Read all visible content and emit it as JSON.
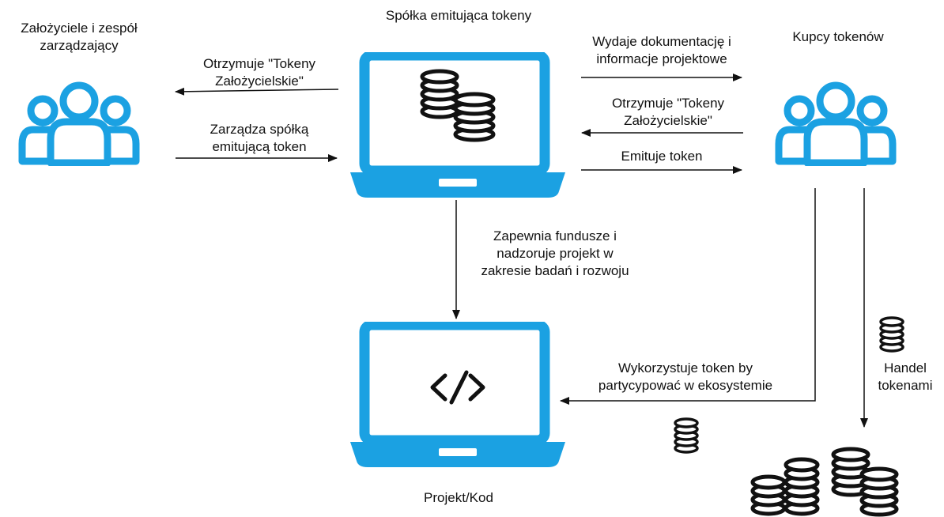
{
  "nodes": {
    "founders": {
      "label_lines": [
        "Założyciele i zespół",
        "zarządzający"
      ],
      "icon": "user-group-icon"
    },
    "company": {
      "label": "Spółka emitująca tokeny",
      "icon": "laptop-coins-icon"
    },
    "buyers": {
      "label": "Kupcy tokenów",
      "icon": "user-group-icon"
    },
    "project": {
      "label": "Projekt/Kod",
      "icon": "laptop-code-icon"
    }
  },
  "edges": {
    "founders_receive": {
      "lines": [
        "Otrzymuje \"Tokeny",
        "Założycielskie\""
      ]
    },
    "founders_manage": {
      "lines": [
        "Zarządza spółką",
        "emitującą token"
      ]
    },
    "company_docs": {
      "lines": [
        "Wydaje dokumentację i",
        "informacje projektowe"
      ]
    },
    "buyers_receive": {
      "lines": [
        "Otrzymuje \"Tokeny",
        "Założycielskie\""
      ]
    },
    "company_issue": {
      "lines": [
        "Emituje token"
      ]
    },
    "company_funds": {
      "lines": [
        "Zapewnia fundusze i",
        "nadzoruje projekt w",
        "zakresie badań i rozwoju"
      ]
    },
    "buyers_use": {
      "lines": [
        "Wykorzystuje token by",
        "partycypować w ekosystemie"
      ]
    },
    "buyers_trade": {
      "lines": [
        "Handel",
        "tokenami"
      ]
    }
  },
  "colors": {
    "accent": "#1ba1e2",
    "ink": "#111111",
    "background": "#ffffff"
  }
}
